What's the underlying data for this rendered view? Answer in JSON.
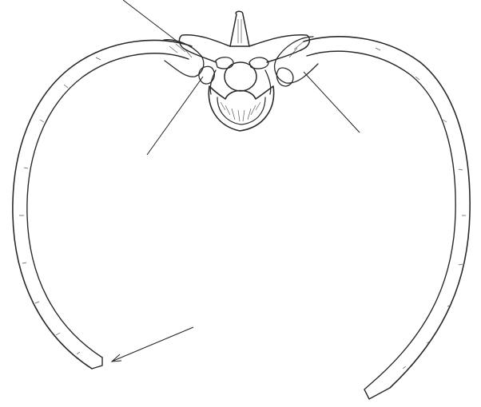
{
  "diagram": {
    "type": "anatomical-line-drawing",
    "subject": "rib-pair-with-thoracic-vertebra",
    "label_texts": [],
    "leader_lines": 4,
    "colors": {
      "ink": "#2a2a2a",
      "hatch": "#5a5a5a",
      "background": "#ffffff"
    }
  }
}
